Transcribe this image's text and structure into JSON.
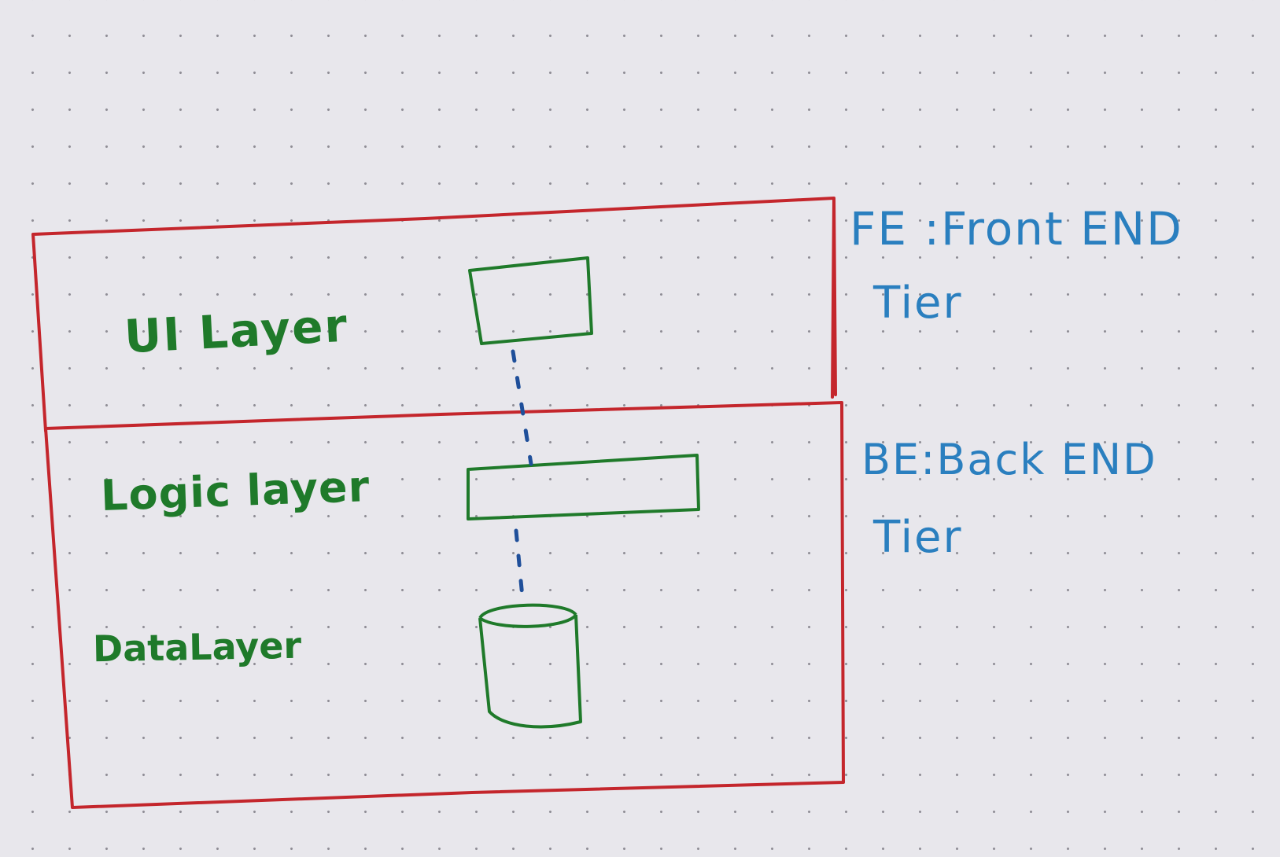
{
  "diagram": {
    "tiers": [
      {
        "id": "front-end",
        "label": "FE :Front END",
        "sub_label": "Tier",
        "color": "#c4262c"
      },
      {
        "id": "back-end",
        "label": "BE:Back END",
        "sub_label": "Tier",
        "color": "#c4262c"
      }
    ],
    "layers": [
      {
        "label": "UI Layer",
        "shape": "rectangle"
      },
      {
        "label": "Logic layer",
        "shape": "wide-rectangle"
      },
      {
        "label": "DataLayer",
        "shape": "cylinder"
      }
    ],
    "colors": {
      "paper": "#e8e7ec",
      "tier_border": "#c4262c",
      "layer_ink": "#1f7a2a",
      "tier_ink": "#2a7fbf",
      "connector": "#1f4f9a"
    },
    "connector_style": "dashed"
  }
}
